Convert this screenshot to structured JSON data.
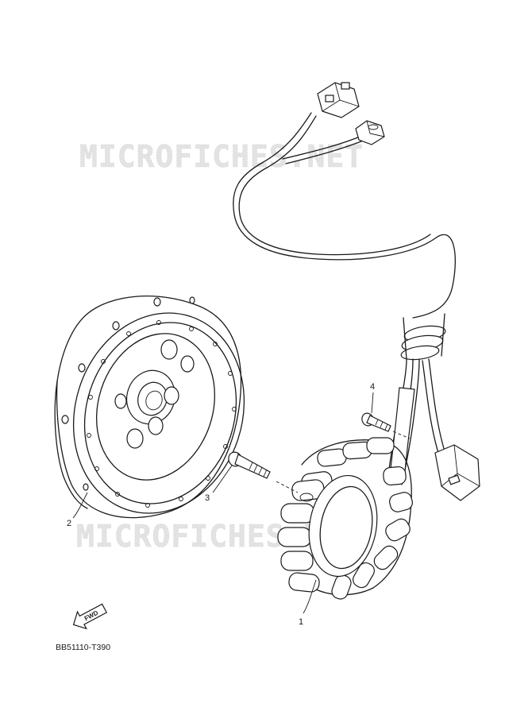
{
  "watermark": {
    "text": "MICROFICHES.NET"
  },
  "parts": [
    {
      "number": "1"
    },
    {
      "number": "2"
    },
    {
      "number": "3"
    },
    {
      "number": "4"
    }
  ],
  "fwd_badge": {
    "label": "FWD"
  },
  "diagram_code": "BB51110-T390"
}
